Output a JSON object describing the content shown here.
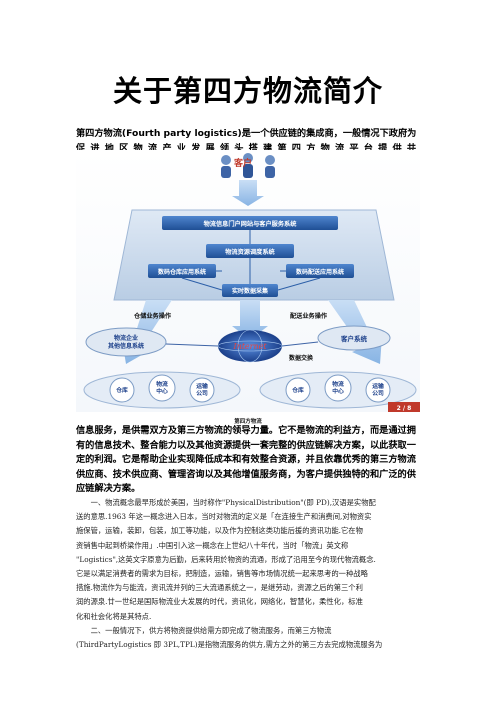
{
  "title": "关于第四方物流简介",
  "intro": {
    "line1": "第四方物流(Fourth party logistics)是一个供应链的集成商，一般情况下政府为",
    "line2": "促进地区物流产业发展领头搭建第四方物流平台提供共享及发布"
  },
  "diagram": {
    "customer": "客户",
    "portal": "物流信息门户网站与客户服务系统",
    "dispatch": "物流资源调度系统",
    "warehouse_app": "数码仓库应用系统",
    "distribution_app": "数码配送应用系统",
    "realtime": "实时数据采集",
    "storage_ops": "仓储业务操作",
    "delivery_ops": "配送业务操作",
    "enterprise": "物流企业\n其他信息系统",
    "internet": "Internet",
    "data_exchange": "数据交换",
    "customer_system": "客户系统",
    "left_group": [
      "仓库",
      "物流\n中心",
      "运输\n公司"
    ],
    "right_group": [
      "仓库",
      "物流\n中心",
      "运输\n公司"
    ],
    "page_badge": "2 / 8",
    "colors": {
      "box": "#2c5fa8",
      "arrow": "#9ec4ec",
      "badge": "#c0392b"
    }
  },
  "caption": "第四方物流",
  "bold_para": [
    "信息服务，是供需双方及第三方物流的领导力量。它不是物流的利益方，而是通过拥",
    "有的信息技术、整合能力以及其他资源提供一套完整的供应链解决方案，以此获取一",
    "定的利润。它是帮助企业实现降低成本和有效整合资源，并且依靠优秀的第三方物流",
    "供应商、技术供应商、管理咨询以及其他增值服务商，为客户提供独特的和广泛的供",
    "应链解决方案。"
  ],
  "body": [
    "　　一、物流概念最早形成於美国，当时称作\"PhysicalDistribution\"(即 PD),汉语是实物配",
    "送的意思.1963 年这一概念进入日本，当时对物流的定义是「在连接生产和消费间,对物资实",
    "施保管，运输，装卸，包装，加工等功能，以及作为控制这类功能后援的资讯功能.它在物",
    "资销售中起到桥梁作用」.中国引入这一概念在上世纪八十年代，当时「物流」英文称",
    "\"Logistics\",这英文字原意为后勤，后来转用於物资的流通，形成了沿用至今的现代物流概念.",
    "它是以满足消费者的需求为目标，把制造，运输，销售等市场情况统一起来思考的一种战略",
    "措施.物流作为与能流，资讯流并列的三大流通系统之一，是继劳动，资源之后的第三个利",
    "润的源泉.廿一世纪是国际物流业大发展的时代，资讯化，网络化，智慧化，柔性化，标准",
    "化和社会化将是其特点.",
    "　　二、一般情况下，供方将物资提供给需方即完成了物流服务，而第三方物流",
    "(ThirdPartyLogistics 即 3PL,TPL)是指物流服务的供方,需方之外的第三方去完成物流服务为"
  ]
}
